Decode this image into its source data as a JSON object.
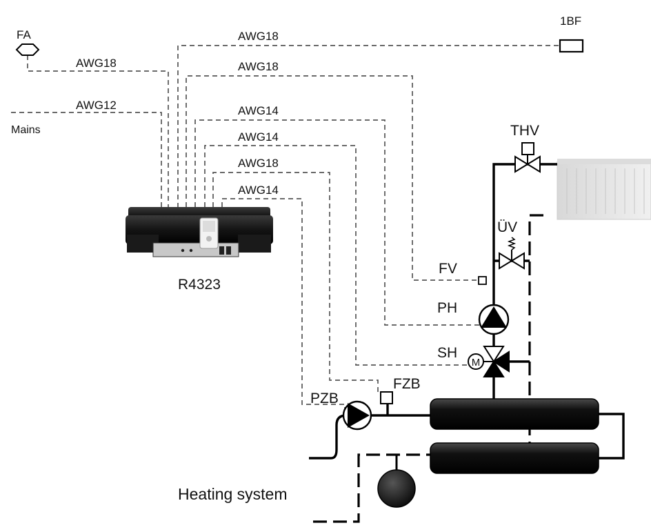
{
  "labels": {
    "fa": "FA",
    "bf": "1BF",
    "mains": "Mains",
    "controller": "R4323",
    "thv": "THV",
    "uv": "ÜV",
    "fv": "FV",
    "ph": "PH",
    "sh": "SH",
    "motor": "M",
    "fzb": "FZB",
    "pzb": "PZB",
    "heating": "Heating system"
  },
  "cables": [
    "AWG18",
    "AWG12",
    "AWG18",
    "AWG18",
    "AWG14",
    "AWG14",
    "AWG18",
    "AWG14"
  ],
  "colors": {
    "wire": "#555555",
    "pipe": "#000000",
    "controller_body": "#1c1c1c",
    "radiator": "#e6e6e6"
  }
}
